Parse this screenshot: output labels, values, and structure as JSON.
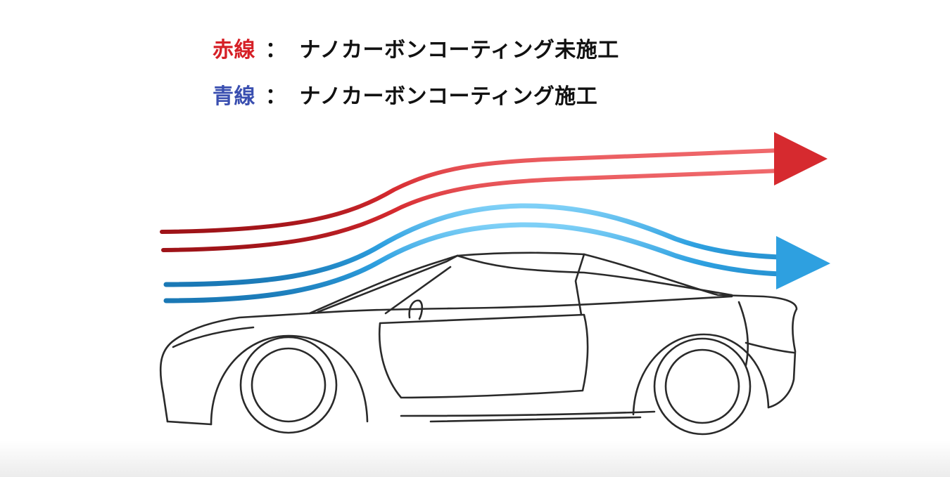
{
  "legend": [
    {
      "key": "赤線",
      "separator": "：",
      "description": "ナノカーボンコーティング未施工",
      "color": "#d62027"
    },
    {
      "key": "青線",
      "separator": "：",
      "description": "ナノカーボンコーティング施工",
      "color": "#3a4fb0"
    }
  ],
  "colors": {
    "red_stream": "#d62a2f",
    "blue_stream": "#2ea0e0",
    "car_outline": "#2a2a2a"
  },
  "icons": {
    "red_arrow": "arrowhead-right-icon",
    "blue_arrow": "arrowhead-right-icon",
    "car": "sports-car-side-view-icon"
  }
}
